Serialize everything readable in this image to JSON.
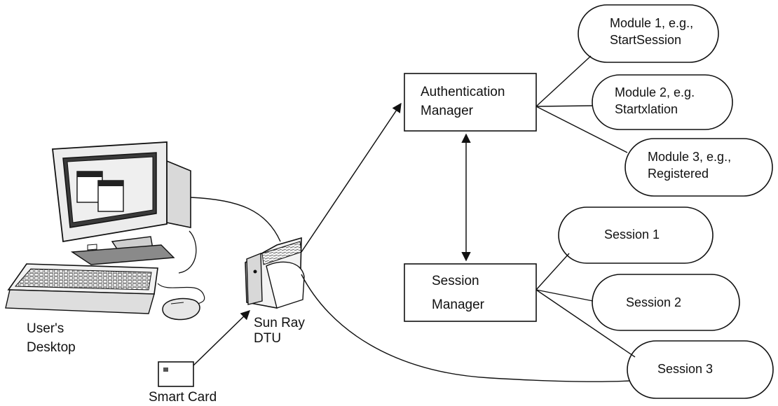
{
  "labels": {
    "desktop_line1": "User's",
    "desktop_line2": "Desktop",
    "dtu_line1": "Sun Ray",
    "dtu_line2": "DTU",
    "smart_card": "Smart Card"
  },
  "auth_manager": {
    "line1": "Authentication",
    "line2": "Manager"
  },
  "session_manager": {
    "line1": "Session",
    "line2": "Manager"
  },
  "modules": [
    {
      "line1": "Module 1, e.g.,",
      "line2": "StartSession"
    },
    {
      "line1": "Module 2, e.g.",
      "line2": "Startxlation"
    },
    {
      "line1": "Module 3, e.g.,",
      "line2": "Registered"
    }
  ],
  "sessions": [
    {
      "label": "Session 1"
    },
    {
      "label": "Session 2"
    },
    {
      "label": "Session 3"
    }
  ]
}
